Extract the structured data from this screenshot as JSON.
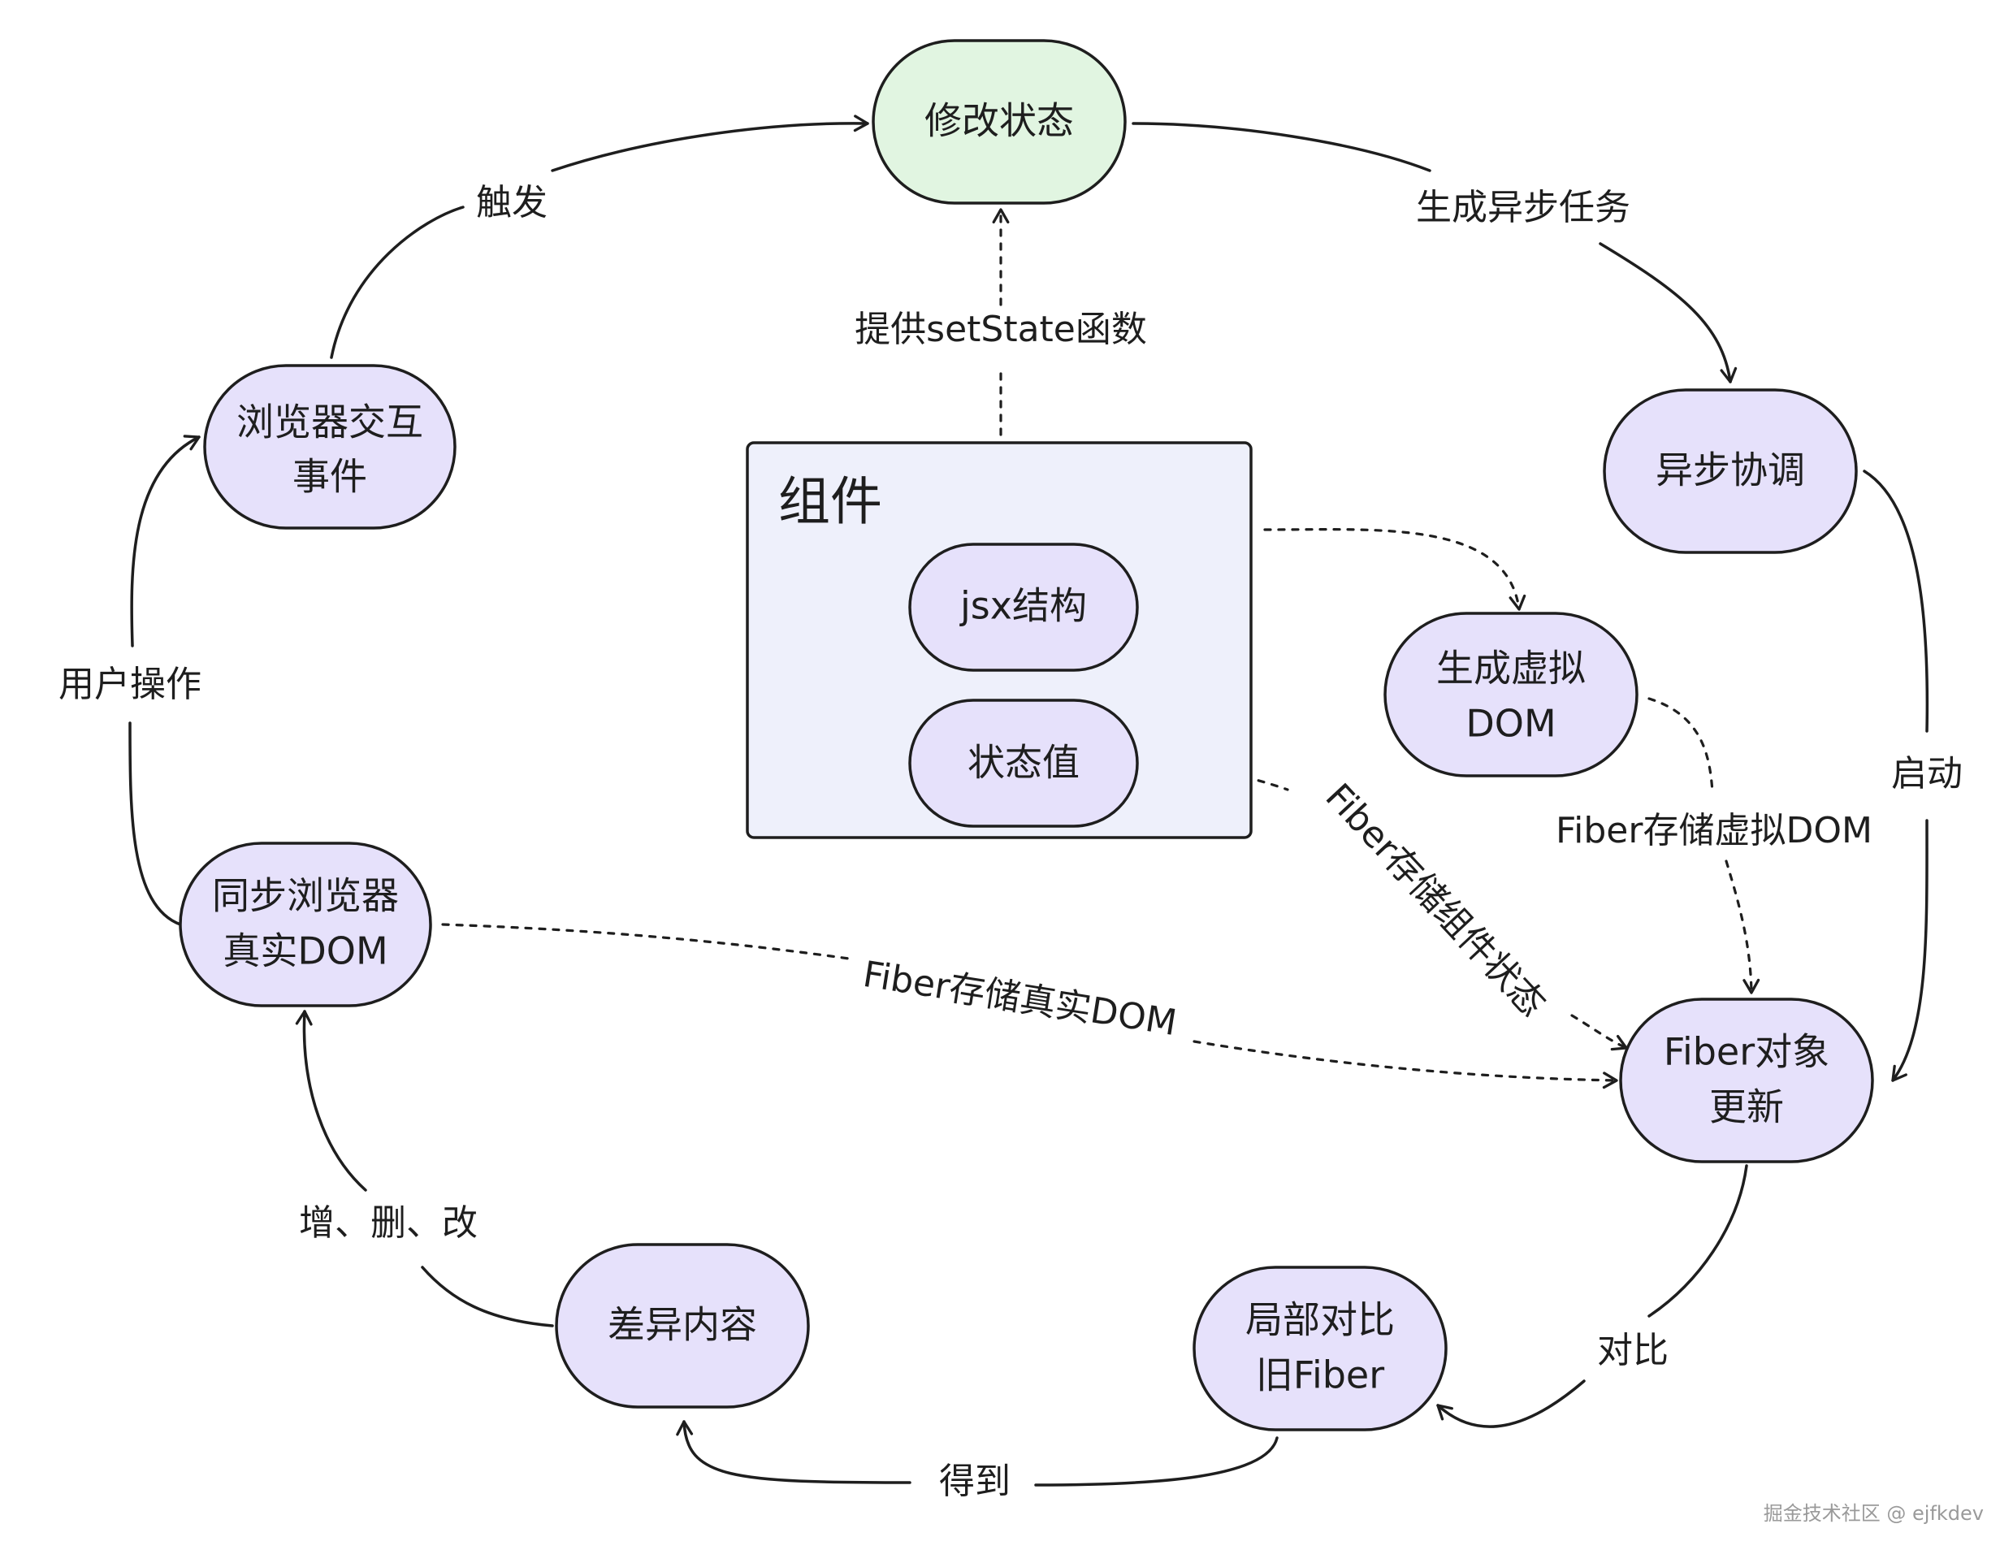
{
  "nodes": {
    "modify_state": "修改状态",
    "browser_event": [
      "浏览器交互",
      "事件"
    ],
    "async_reconcile": "异步协调",
    "component_title": "组件",
    "jsx": "jsx结构",
    "state_value": "状态值",
    "gen_vdom": [
      "生成虚拟",
      "DOM"
    ],
    "sync_dom": [
      "同步浏览器",
      "真实DOM"
    ],
    "fiber_update": [
      "Fiber对象",
      "更新"
    ],
    "diff_content": "差异内容",
    "local_compare": [
      "局部对比",
      "旧Fiber"
    ]
  },
  "edge_labels": {
    "trigger": "触发",
    "gen_async_task": "生成异步任务",
    "provide_setstate": "提供setState函数",
    "user_action": "用户操作",
    "start": "启动",
    "fiber_store_vdom": "Fiber存储虚拟DOM",
    "fiber_store_state": "Fiber存储组件状态",
    "fiber_store_real_dom": "Fiber存储真实DOM",
    "compare": "对比",
    "obtain": "得到",
    "add_del_mod": "增、删、改"
  },
  "watermark": "掘金技术社区 @ ejfkdev",
  "colors": {
    "green_fill": "#e1f5e1",
    "purple_fill": "#e6e1fb",
    "component_fill": "#eef0fb",
    "stroke": "#1e1e1e"
  }
}
